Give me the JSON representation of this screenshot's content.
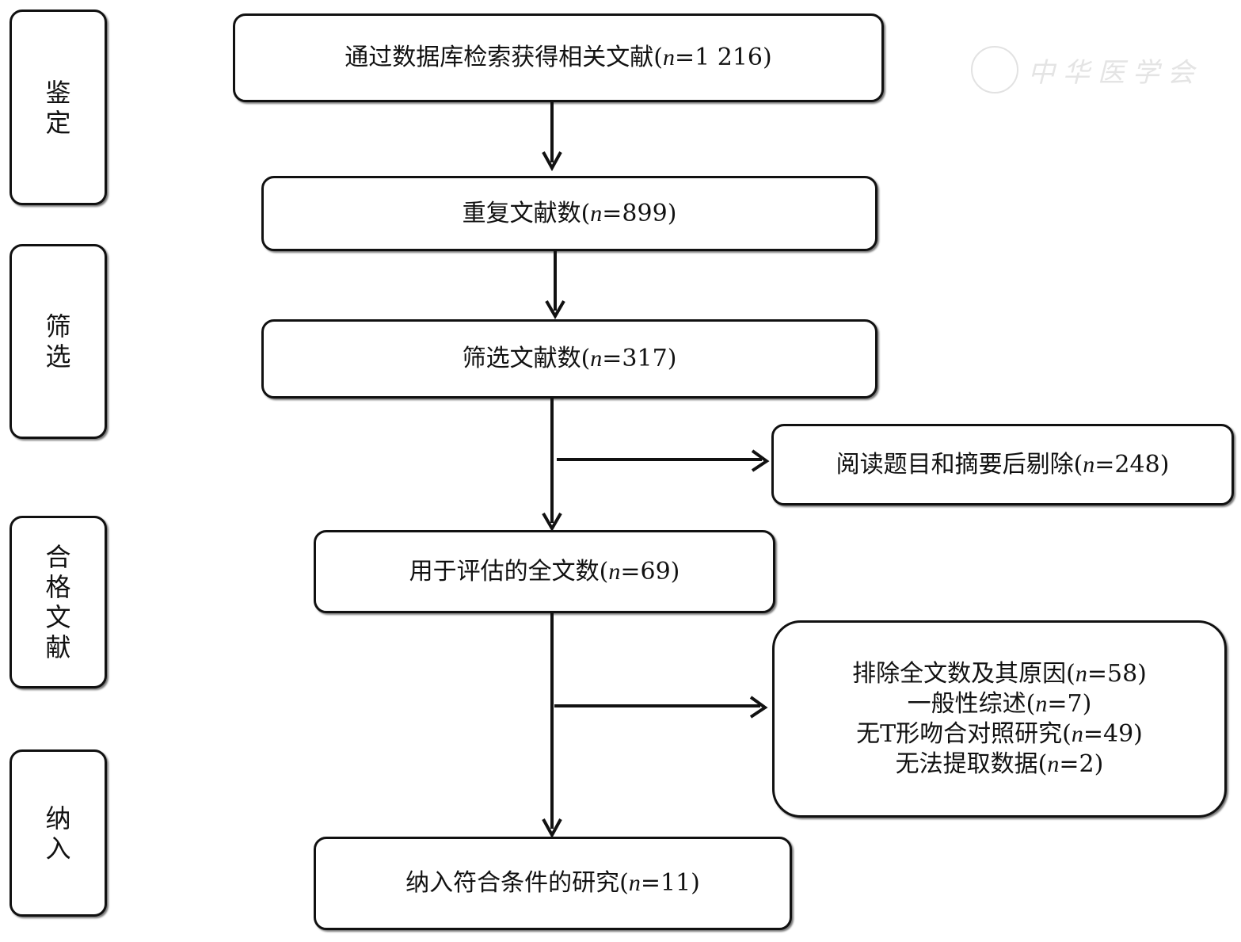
{
  "watermark": "中华医学会",
  "stages": [
    {
      "chars": [
        "鉴",
        "定"
      ]
    },
    {
      "chars": [
        "筛",
        "选"
      ]
    },
    {
      "chars": [
        "合",
        "格",
        "文",
        "献"
      ]
    },
    {
      "chars": [
        "纳",
        "入"
      ]
    }
  ],
  "boxes": {
    "search": {
      "pre": "通过数据库检索获得相关文献(",
      "var": "n",
      "post": "=1 216)"
    },
    "duplicates": {
      "pre": "重复文献数(",
      "var": "n",
      "post": "=899)"
    },
    "screened": {
      "pre": "筛选文献数(",
      "var": "n",
      "post": "=317)"
    },
    "excluded_abstract": {
      "pre": "阅读题目和摘要后剔除(",
      "var": "n",
      "post": "=248)"
    },
    "fulltext": {
      "pre": "用于评估的全文数(",
      "var": "n",
      "post": "=69)"
    },
    "excluded_fulltext": [
      {
        "pre": "排除全文数及其原因(",
        "var": "n",
        "post": "=58)"
      },
      {
        "pre": "一般性综述(",
        "var": "n",
        "post": "=7)"
      },
      {
        "pre": "无T形吻合对照研究(",
        "var": "n",
        "post": "=49)"
      },
      {
        "pre": "无法提取数据(",
        "var": "n",
        "post": "=2)"
      }
    ],
    "included": {
      "pre": "纳入符合条件的研究(",
      "var": "n",
      "post": "=11)"
    }
  }
}
